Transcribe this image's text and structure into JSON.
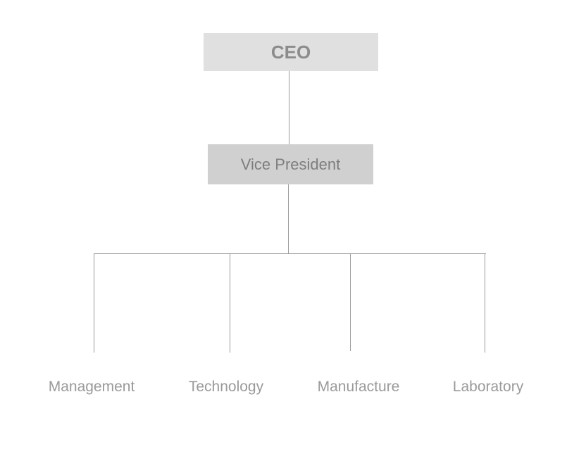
{
  "org_chart": {
    "top": {
      "label": "CEO"
    },
    "second": {
      "label": "Vice President"
    },
    "departments": [
      {
        "label": "Management"
      },
      {
        "label": "Technology"
      },
      {
        "label": "Manufacture"
      },
      {
        "label": "Laboratory"
      }
    ]
  }
}
